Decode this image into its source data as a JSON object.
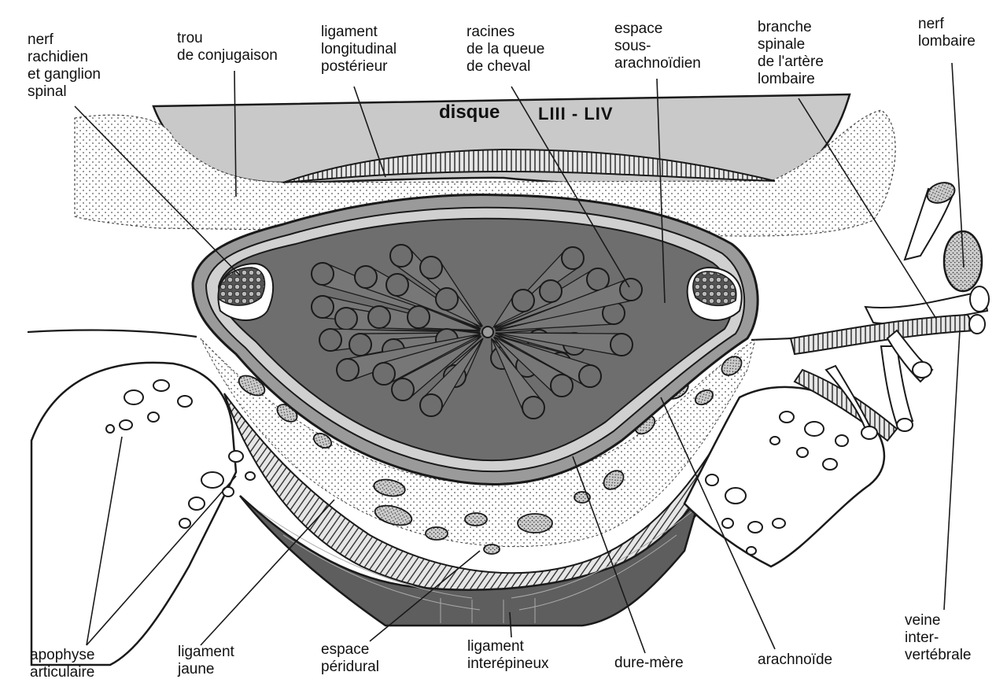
{
  "disc": {
    "word": "disque",
    "level": "LIII - LIV"
  },
  "labels": {
    "nerf_rachidien": "nerf\nrachidien\net ganglion\nspinal",
    "trou_conjugaison": "trou\nde conjugaison",
    "ligament_longitudinal": "ligament\nlongitudinal\npostérieur",
    "racines": "racines\nde la queue\nde cheval",
    "espace_sous_arachnoidien": "espace\nsous-\narachnoïdien",
    "branche_spinale": "branche\nspinale\nde l'artère\nlombaire",
    "nerf_lombaire": "nerf\nlombaire",
    "veine_intervertebrale": "veine\ninter-\nvertébrale",
    "apophyse_articulaire": "apophyse\narticulaire",
    "ligament_jaune": "ligament\njaune",
    "espace_peridural": "espace\npéridural",
    "ligament_interepineux": "ligament\ninterépineux",
    "dure_mere": "dure-mère",
    "arachnoide": "arachnoïde"
  },
  "colors": {
    "ink": "#1a1a1a",
    "disc_fill": "#c9c9c9",
    "sac_fill": "#6e6e6e",
    "ring_fill": "#9a9a9a",
    "muscle_fill": "#5e5e5e",
    "bone_fill": "#ffffff"
  }
}
